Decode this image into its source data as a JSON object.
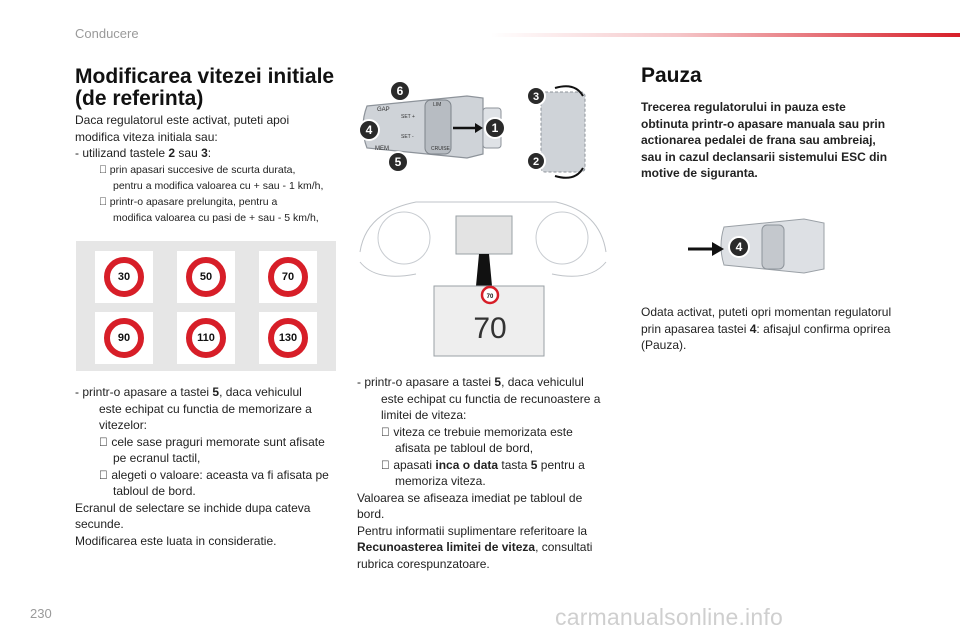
{
  "header": {
    "section": "Conducere",
    "page_number": "230"
  },
  "left": {
    "title_line1": "Modificarea vitezei initiale",
    "title_line2": "(de referinta)",
    "intro_line1": "Daca regulatorul este activat, puteti apoi",
    "intro_line2": "modifica viteza initiala sau:",
    "item1_prefix": "-    utilizand tastele ",
    "item1_key2": "2",
    "item1_mid": " sau ",
    "item1_key3": "3",
    "item1_suffix": ":",
    "sub1_line1": "  prin apasari succesive de scurta durata,",
    "sub1_line2": "pentru a modifica valoarea cu + sau - 1 km/h,",
    "sub2_line1": "  printr-o apasare prelungita, pentru a",
    "sub2_line2": "modifica valoarea cu pasi de + sau - 5 km/h,",
    "speed_signs": [
      "30",
      "50",
      "70",
      "90",
      "110",
      "130"
    ],
    "item2_prefix": "-    printr-o apasare a tastei ",
    "item2_key": "5",
    "item2_rest": ", daca vehiculul",
    "item2_line2": "este echipat cu functia de memorizare a",
    "item2_line3": "vitezelor:",
    "b1_line1": "  cele sase praguri memorate sunt afisate",
    "b1_line2": "pe ecranul tactil,",
    "b2_line1": "  alegeti o valoare: aceasta va fi afisata pe",
    "b2_line2": "tabloul de bord.",
    "close_line1": "Ecranul de selectare se inchide dupa cateva",
    "close_line2": "secunde.",
    "close_line3": "Modificarea este luata in consideratie."
  },
  "middle": {
    "stalk_labels": {
      "gap": "GAP",
      "mem": "MEM",
      "set_plus": "SET +",
      "set_minus": "SET -",
      "cruise": "CRUISE",
      "lim": "LIM"
    },
    "callouts": [
      "1",
      "2",
      "3",
      "4",
      "5",
      "6"
    ],
    "display_sign": "70",
    "display_value": "70",
    "item_prefix": "-    printr-o apasare a tastei ",
    "item_key": "5",
    "item_rest": ", daca vehiculul",
    "line2": "este echipat cu functia de recunoastere a",
    "line3": "limitei de viteza:",
    "b1_line1": "  viteza ce trebuie memorizata este",
    "b1_line2": "afisata pe tabloul de bord,",
    "b2_prefix": "  apasati ",
    "b2_bold": "inca o data",
    "b2_mid": " tasta ",
    "b2_key": "5",
    "b2_rest": " pentru a",
    "b2_line2": "memoriza viteza.",
    "p1_line1": "Valoarea se afiseaza imediat pe tabloul de",
    "p1_line2": "bord.",
    "p2_line1": "Pentru informatii suplimentare referitoare la",
    "p2_bold": "Recunoasterea limitei de viteza",
    "p2_rest": ", consultati",
    "p2_line3": "rubrica corespunzatoare."
  },
  "right": {
    "title": "Pauza",
    "bold_line1": "Trecerea regulatorului in pauza este",
    "bold_line2": "obtinuta printr-o apasare manuala sau prin",
    "bold_line3": "actionarea pedalei de frana sau ambreiaj,",
    "bold_line4": "sau in cazul declansarii sistemului ESC din",
    "bold_line5": "motive de siguranta.",
    "callout": "4",
    "p_line1": "Odata activat, puteti opri momentan regulatorul",
    "p_prefix": "prin apasarea tastei ",
    "p_key": "4",
    "p_rest": ": afisajul confirma oprirea",
    "p_line3": "(Pauza)."
  },
  "watermark": "carmanualsonline.info",
  "colors": {
    "accent_red": "#d71e28",
    "callout_bg": "#2a2a2a",
    "panel_gray": "#e6e6e6"
  }
}
